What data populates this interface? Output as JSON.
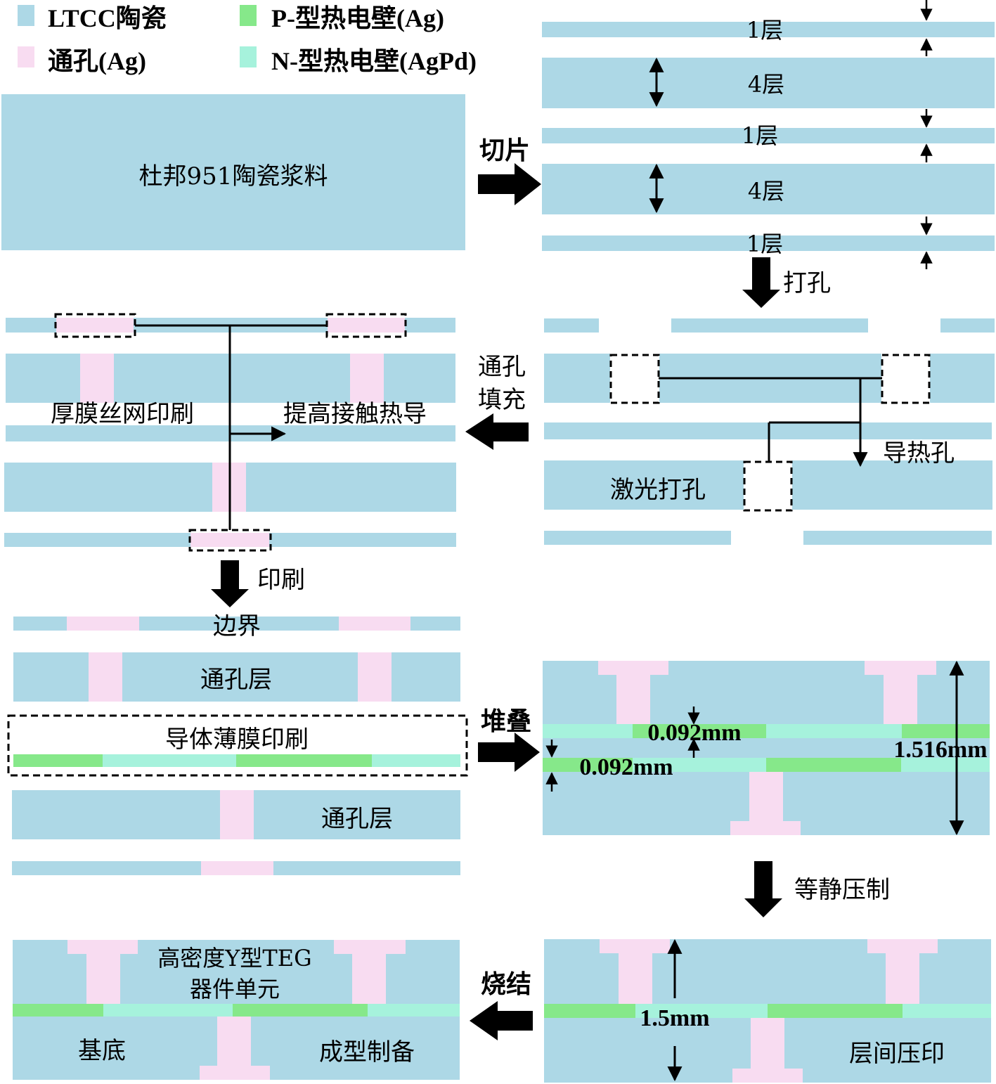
{
  "colors": {
    "ltcc": "#add8e6",
    "via_ag": "#f8dcf1",
    "p_wall": "#86e88a",
    "n_wall": "#a6f2dc",
    "outline": "#000000"
  },
  "legend": {
    "ltcc": "LTCC陶瓷",
    "p_type": "P-型热电壁(Ag)",
    "via": "通孔(Ag)",
    "n_type": "N-型热电壁(AgPd)"
  },
  "step1": {
    "slurry": "杜邦951陶瓷浆料"
  },
  "step2": {
    "arrow_label": "切片",
    "layers": [
      "1层",
      "4层",
      "1层",
      "4层",
      "1层"
    ]
  },
  "step3": {
    "arrow_label": "打孔",
    "thermal_hole": "导热孔",
    "laser": "激光打孔"
  },
  "step4": {
    "arrow_label_1": "通孔",
    "arrow_label_2": "填充",
    "thick_film": "厚膜丝网印刷",
    "improve": "提高接触热导"
  },
  "step5": {
    "arrow_label": "印刷",
    "boundary": "边界",
    "via_layer_top": "通孔层",
    "conductor": "导体薄膜印刷",
    "via_layer_bottom": "通孔层"
  },
  "step6": {
    "arrow_label": "堆叠",
    "dim1": "0.092mm",
    "dim2": "0.092mm",
    "total": "1.516mm"
  },
  "step7": {
    "arrow_label": "等静压制",
    "dim": "1.5mm",
    "label": "层间压印"
  },
  "step8": {
    "arrow_label": "烧结",
    "title_1": "高密度Y型TEG",
    "title_2": "器件单元",
    "substrate": "基底",
    "forming": "成型制备"
  }
}
